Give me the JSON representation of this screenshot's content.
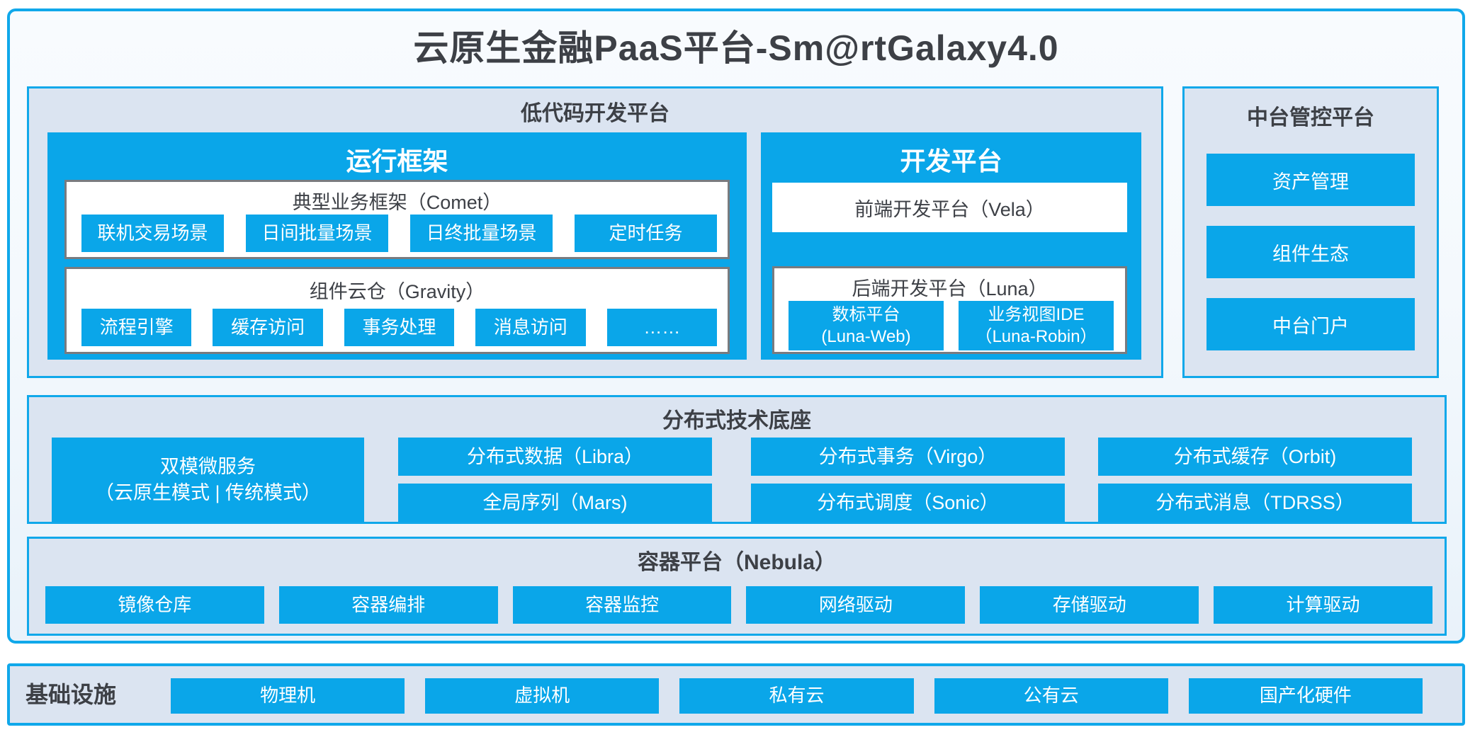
{
  "page_title": "云原生金融PaaS平台-Sm@rtGalaxy4.0",
  "colors": {
    "accent_blue": "#0aa6e9",
    "panel_background": "#dbe4f1",
    "box_border_gray": "#797b7f",
    "dark_text": "#3d4046"
  },
  "low_code": {
    "title": "低代码开发平台",
    "runtime": {
      "title": "运行框架",
      "comet": {
        "title": "典型业务框架（Comet）",
        "chips": [
          "联机交易场景",
          "日间批量场景",
          "日终批量场景",
          "定时任务"
        ]
      },
      "gravity": {
        "title": "组件云仓（Gravity）",
        "chips": [
          "流程引擎",
          "缓存访问",
          "事务处理",
          "消息访问",
          "……"
        ]
      }
    },
    "dev": {
      "title": "开发平台",
      "vela": {
        "title": "前端开发平台（Vela）"
      },
      "luna": {
        "title": "后端开发平台（Luna）",
        "chips": [
          {
            "line1": "数标平台",
            "line2": "(Luna-Web)"
          },
          {
            "line1": "业务视图IDE",
            "line2": "（Luna-Robin）"
          }
        ]
      }
    }
  },
  "mid_platform": {
    "title": "中台管控平台",
    "items": [
      "资产管理",
      "组件生态",
      "中台门户"
    ]
  },
  "distributed": {
    "title": "分布式技术底座",
    "dual_mode": {
      "line1": "双模微服务",
      "line2": "（云原生模式 | 传统模式）"
    },
    "columns": [
      [
        "分布式数据（Libra）",
        "全局序列（Mars)"
      ],
      [
        "分布式事务（Virgo）",
        "分布式调度（Sonic）"
      ],
      [
        "分布式缓存（Orbit)",
        "分布式消息（TDRSS）"
      ]
    ]
  },
  "container_platform": {
    "title": "容器平台（Nebula）",
    "items": [
      "镜像仓库",
      "容器编排",
      "容器监控",
      "网络驱动",
      "存储驱动",
      "计算驱动"
    ]
  },
  "infrastructure": {
    "title": "基础设施",
    "items": [
      "物理机",
      "虚拟机",
      "私有云",
      "公有云",
      "国产化硬件"
    ]
  }
}
